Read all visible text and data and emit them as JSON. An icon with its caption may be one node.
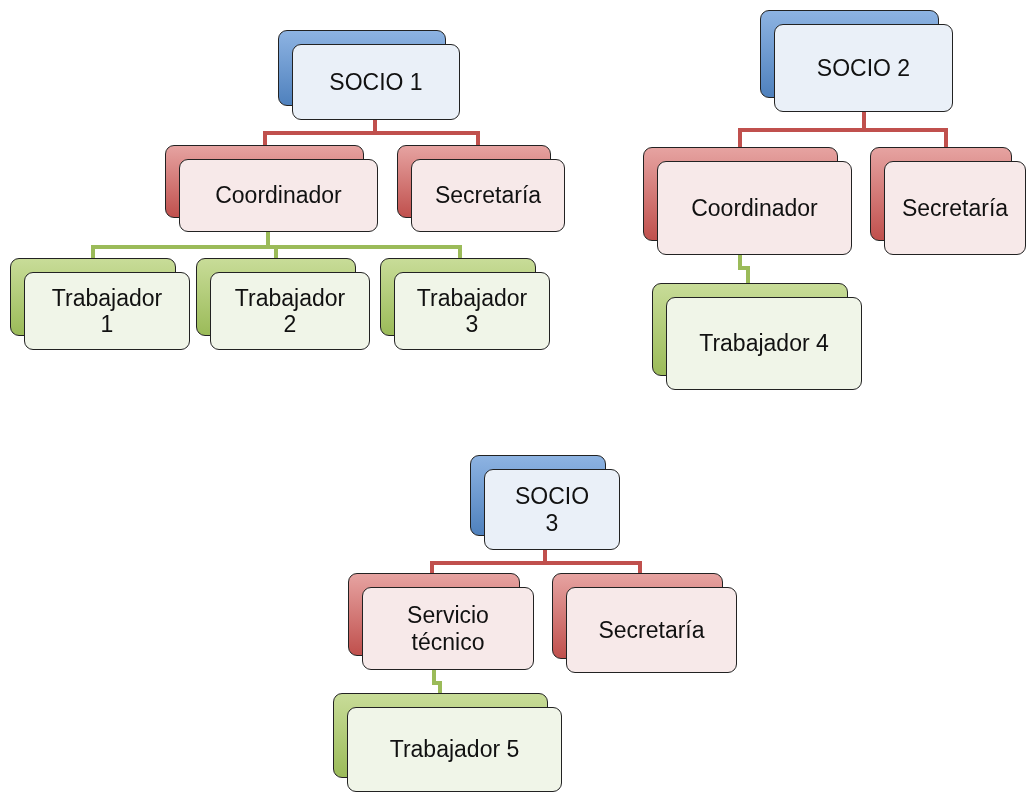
{
  "diagram": {
    "nodes": [
      {
        "text": [
          "SOCIO 1"
        ]
      },
      {
        "text": [
          "Coordinador"
        ]
      },
      {
        "text": [
          "Secretaría"
        ]
      },
      {
        "text": [
          "Trabajador 1"
        ]
      },
      {
        "text": [
          "Trabajador 2"
        ]
      },
      {
        "text": [
          "Trabajador 3"
        ]
      },
      {
        "text": [
          "SOCIO 2"
        ]
      },
      {
        "text": [
          "Coordinador"
        ]
      },
      {
        "text": [
          "Secretaría"
        ]
      },
      {
        "text": [
          "Trabajador 4"
        ]
      },
      {
        "text": [
          "SOCIO 3"
        ]
      },
      {
        "text": [
          "Servicio técnico"
        ]
      },
      {
        "text": [
          "Secretaría"
        ]
      },
      {
        "text": [
          "Trabajador 5"
        ]
      }
    ],
    "edges": [
      {
        "from": 0,
        "to": 1,
        "arrow": "none"
      },
      {
        "from": 0,
        "to": 2,
        "arrow": "none"
      },
      {
        "from": 1,
        "to": 3,
        "arrow": "none",
        "color": "#9bbb59"
      },
      {
        "from": 1,
        "to": 4,
        "arrow": "none",
        "color": "#9bbb59"
      },
      {
        "from": 1,
        "to": 5,
        "arrow": "none",
        "color": "#9bbb59"
      },
      {
        "from": 6,
        "to": 7,
        "arrow": "none"
      },
      {
        "from": 6,
        "to": 8,
        "arrow": "none"
      },
      {
        "from": 7,
        "to": 9,
        "arrow": "none",
        "color": "#9bbb59"
      },
      {
        "from": 10,
        "to": 11,
        "arrow": "none"
      },
      {
        "from": 10,
        "to": 12,
        "arrow": "none"
      },
      {
        "from": 11,
        "to": 13,
        "arrow": "none",
        "color": "#9bbb59"
      }
    ]
  }
}
